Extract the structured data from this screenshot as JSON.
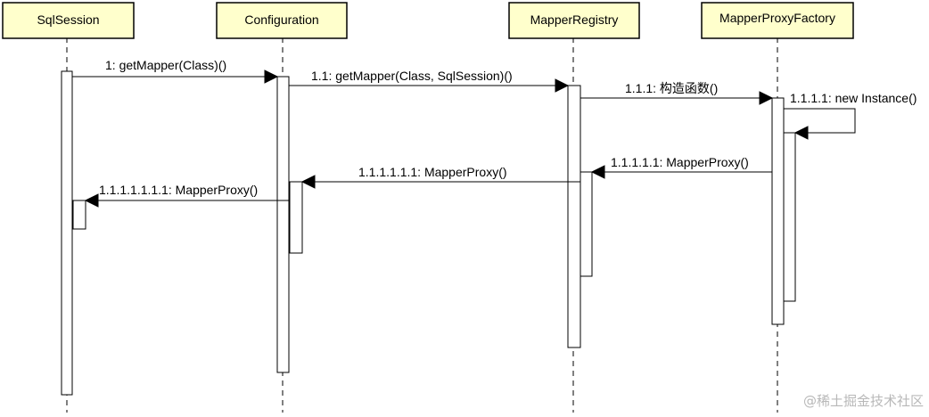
{
  "participants": [
    {
      "id": "sqlsession",
      "label": "SqlSession"
    },
    {
      "id": "configuration",
      "label": "Configuration"
    },
    {
      "id": "mapperregistry",
      "label": "MapperRegistry"
    },
    {
      "id": "mapperproxyfactory",
      "label": "MapperProxyFactory"
    }
  ],
  "messages": [
    {
      "id": "m1",
      "label": "1: getMapper(Class)()",
      "from": "sqlsession",
      "to": "configuration",
      "kind": "call"
    },
    {
      "id": "m2",
      "label": "1.1: getMapper(Class, SqlSession)()",
      "from": "configuration",
      "to": "mapperregistry",
      "kind": "call"
    },
    {
      "id": "m3",
      "label": "1.1.1: 构造函数()",
      "from": "mapperregistry",
      "to": "mapperproxyfactory",
      "kind": "call"
    },
    {
      "id": "m4",
      "label": "1.1.1.1: new Instance()",
      "from": "mapperproxyfactory",
      "to": "mapperproxyfactory",
      "kind": "self"
    },
    {
      "id": "m5",
      "label": "1.1.1.1.1: MapperProxy()",
      "from": "mapperproxyfactory",
      "to": "mapperregistry",
      "kind": "return"
    },
    {
      "id": "m6",
      "label": "1.1.1.1.1.1: MapperProxy()",
      "from": "mapperregistry",
      "to": "configuration",
      "kind": "return"
    },
    {
      "id": "m7",
      "label": "1.1.1.1.1.1.1: MapperProxy()",
      "from": "configuration",
      "to": "sqlsession",
      "kind": "return"
    }
  ],
  "watermark": "@稀土掘金技术社区",
  "colors": {
    "header_fill": "#ffffcc",
    "line": "#000000",
    "watermark": "#b8b8b8"
  }
}
